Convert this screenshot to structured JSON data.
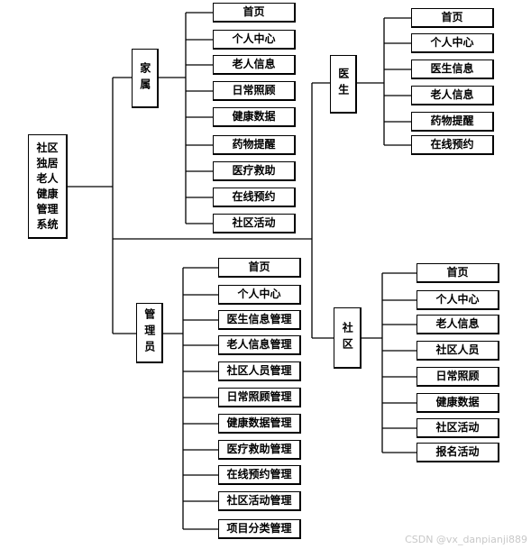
{
  "root": {
    "label": "社区\n独居\n老人\n健康\n管理\n系统"
  },
  "roles": {
    "family": {
      "label": "家属",
      "items": [
        "首页",
        "个人中心",
        "老人信息",
        "日常照顾",
        "健康数据",
        "药物提醒",
        "医疗救助",
        "在线预约",
        "社区活动"
      ]
    },
    "doctor": {
      "label": "医生",
      "items": [
        "首页",
        "个人中心",
        "医生信息",
        "老人信息",
        "药物提醒",
        "在线预约"
      ]
    },
    "admin": {
      "label": "管理员",
      "items": [
        "首页",
        "个人中心",
        "医生信息管理",
        "老人信息管理",
        "社区人员管理",
        "日常照顾管理",
        "健康数据管理",
        "医疗救助管理",
        "在线预约管理",
        "社区活动管理",
        "项目分类管理"
      ]
    },
    "community": {
      "label": "社区",
      "items": [
        "首页",
        "个人中心",
        "老人信息",
        "社区人员",
        "日常照顾",
        "健康数据",
        "社区活动",
        "报名活动"
      ]
    }
  },
  "watermark": "CSDN @vx_danpianji889"
}
